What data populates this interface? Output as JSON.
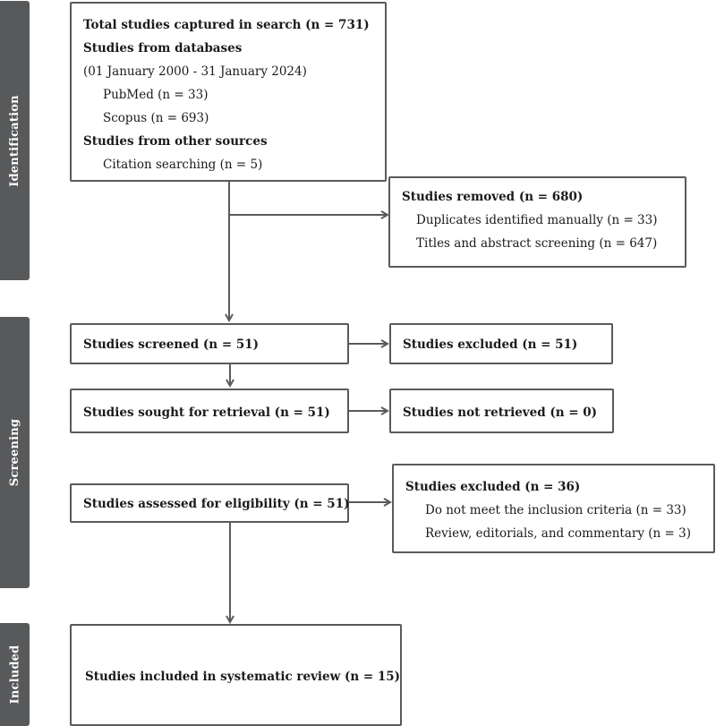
{
  "sidebar": {
    "identification": "Identification",
    "screening": "Screening",
    "included": "Included"
  },
  "identification": {
    "total": "Total studies captured in search (n = 731)",
    "databases_heading": "Studies from databases",
    "date_range": "(01 January 2000 - 31 January 2024)",
    "pubmed": "PubMed (n = 33)",
    "scopus": "Scopus (n = 693)",
    "other_heading": "Studies from other sources",
    "citation": "Citation searching (n = 5)"
  },
  "removed": {
    "title": "Studies removed (n = 680)",
    "duplicates": "Duplicates identified manually (n = 33)",
    "titles_abstract": "Titles and abstract screening (n = 647)"
  },
  "screening": {
    "screened": "Studies screened (n = 51)",
    "excluded": "Studies excluded (n = 51)",
    "sought": "Studies sought for retrieval (n = 51)",
    "not_retrieved": "Studies not retrieved (n = 0)",
    "assessed": "Studies assessed for eligibility (n = 51)",
    "excluded2_title": "Studies excluded (n = 36)",
    "excluded2_criteria": "Do not meet the inclusion criteria (n = 33)",
    "excluded2_review": "Review, editorials, and commentary (n = 3)"
  },
  "included": {
    "final": "Studies included in systematic review (n = 15)"
  },
  "colors": {
    "sidebar": "#58595b",
    "border": "#5a5a5a",
    "arrow": "#5a5a5a"
  }
}
